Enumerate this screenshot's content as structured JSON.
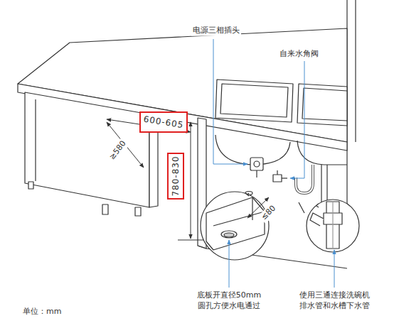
{
  "diagram": {
    "nodes": [
      {
        "text": [
          "600-605"
        ]
      },
      {
        "text": [
          "780-830"
        ]
      }
    ],
    "labels": [
      "电源三相插头",
      "自来水角阀",
      "≥580",
      "≤80",
      "底板开直径50mm 圆孔方便水电通过",
      "使用三通连接洗碗机 排水管和水槽下水管",
      "单位：mm"
    ]
  }
}
